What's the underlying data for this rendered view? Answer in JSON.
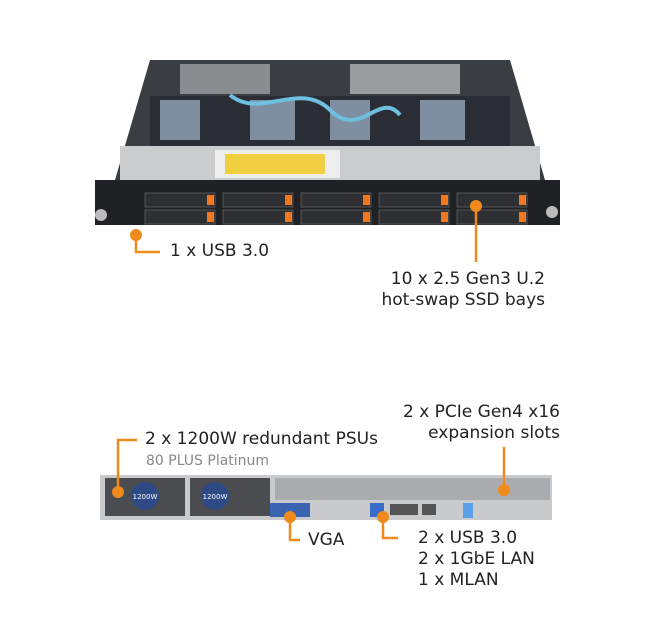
{
  "colors": {
    "accent": "#f08a1c",
    "text": "#222222",
    "subtext": "#888888"
  },
  "front_view": {
    "callouts": [
      {
        "id": "usb",
        "lines": [
          "1 x USB 3.0"
        ]
      },
      {
        "id": "ssd",
        "lines": [
          "10 x 2.5 Gen3 U.2",
          "hot-swap SSD bays"
        ]
      }
    ]
  },
  "rear_view": {
    "psu_badge": "1200W",
    "callouts": [
      {
        "id": "psu",
        "lines": [
          "2 x 1200W redundant PSUs"
        ],
        "sub": "80 PLUS Platinum"
      },
      {
        "id": "pcie",
        "lines": [
          "2 x PCIe Gen4 x16",
          "expansion slots"
        ]
      },
      {
        "id": "vga",
        "lines": [
          "VGA"
        ]
      },
      {
        "id": "io",
        "lines": [
          "2 x USB 3.0",
          "2 x 1GbE LAN",
          "1 x MLAN"
        ]
      }
    ]
  }
}
